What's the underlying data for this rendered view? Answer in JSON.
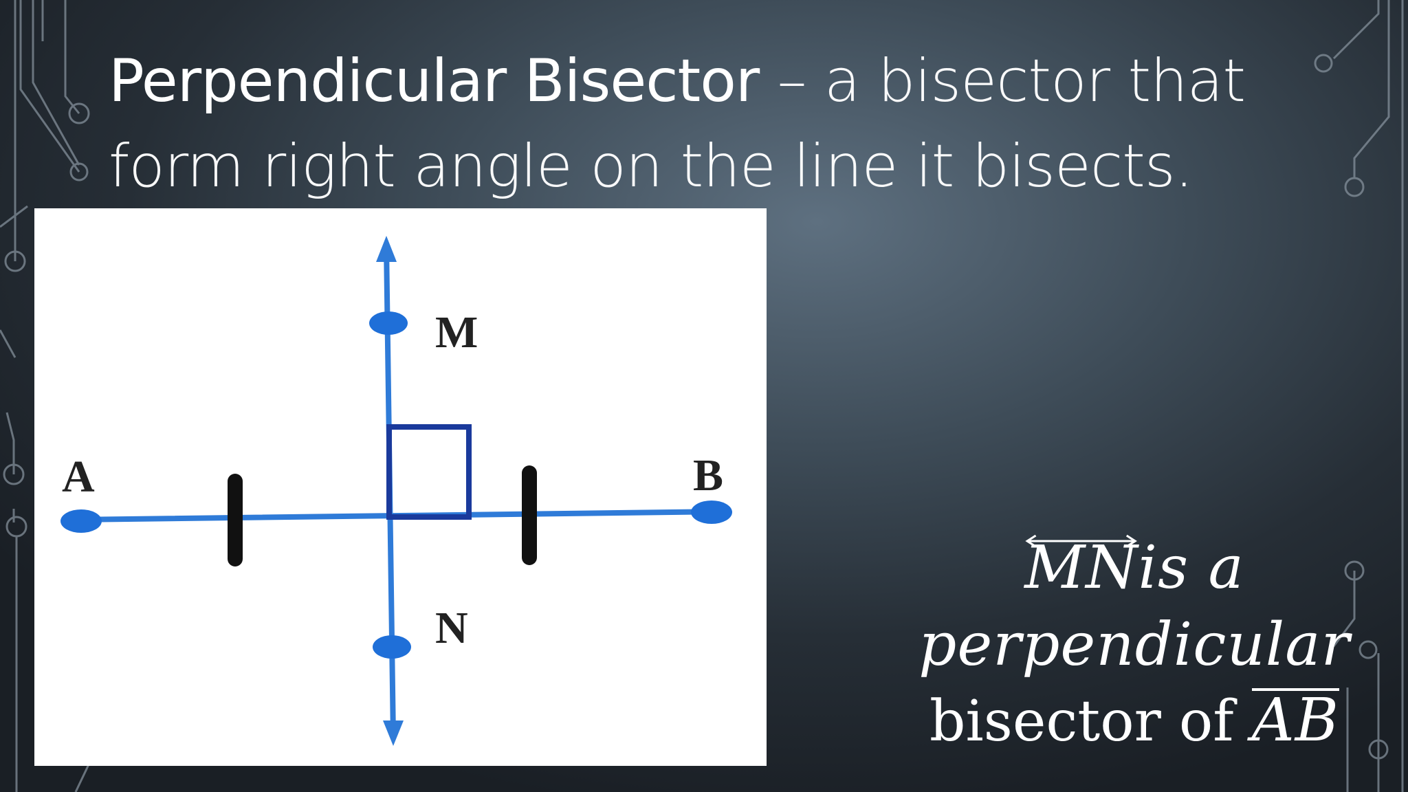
{
  "slide": {
    "title_term": "Perpendicular Bisector",
    "title_rest": " – a bisector that form right angle on the line it bisects."
  },
  "diagram": {
    "labels": {
      "a": "A",
      "b": "B",
      "m": "M",
      "n": "N"
    },
    "colors": {
      "line": "#2f7bd8",
      "point": "#1f6fd8",
      "right_angle": "#1a3a9c",
      "tick": "#111111",
      "label": "#222222"
    }
  },
  "caption": {
    "line_name": "MN",
    "line1_rest": "is a",
    "line2": "perpendicular",
    "line3_prefix": "bisector of ",
    "segment_name": "AB"
  },
  "theme": {
    "background": "#3e4c58",
    "circuit": "#8a96a1",
    "text": "#ffffff"
  }
}
